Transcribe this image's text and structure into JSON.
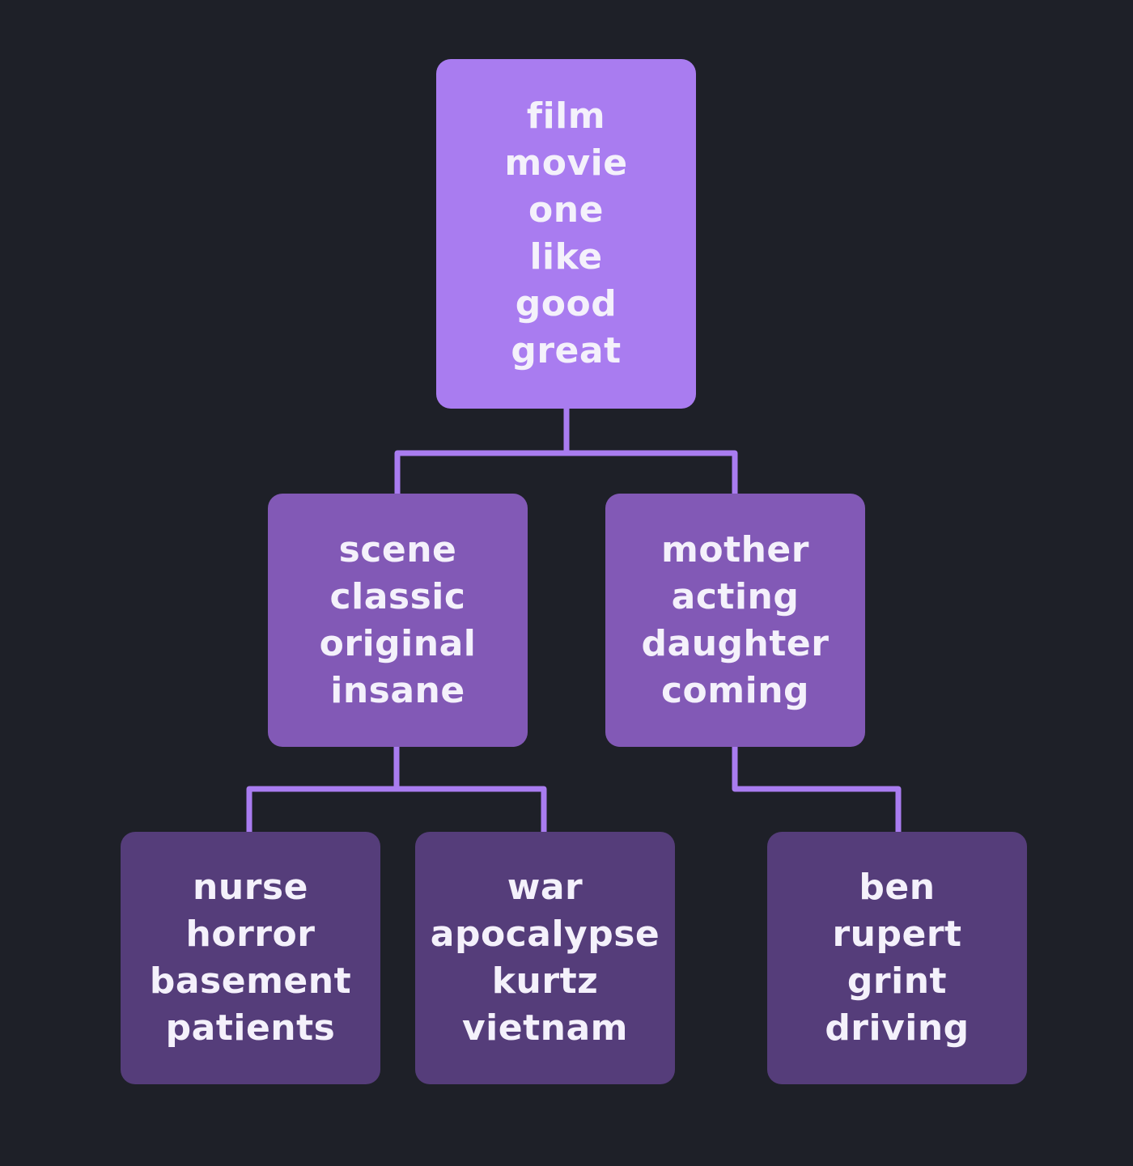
{
  "colors": {
    "background": "#1e2028",
    "level0": "#a97cf0",
    "level1": "#8259b6",
    "level2": "#553d7a",
    "connector": "#a97cf0",
    "text": "#f4f1fb"
  },
  "tree": {
    "root": {
      "level": 0,
      "words": [
        "film",
        "movie",
        "one",
        "like",
        "good",
        "great"
      ]
    },
    "left": {
      "level": 1,
      "words": [
        "scene",
        "classic",
        "original",
        "insane"
      ]
    },
    "right": {
      "level": 1,
      "words": [
        "mother",
        "acting",
        "daughter",
        "coming"
      ]
    },
    "left_a": {
      "level": 2,
      "words": [
        "nurse",
        "horror",
        "basement",
        "patients"
      ]
    },
    "left_b": {
      "level": 2,
      "words": [
        "war",
        "apocalypse",
        "kurtz",
        "vietnam"
      ]
    },
    "right_a": {
      "level": 2,
      "words": [
        "ben",
        "rupert",
        "grint",
        "driving"
      ]
    }
  }
}
